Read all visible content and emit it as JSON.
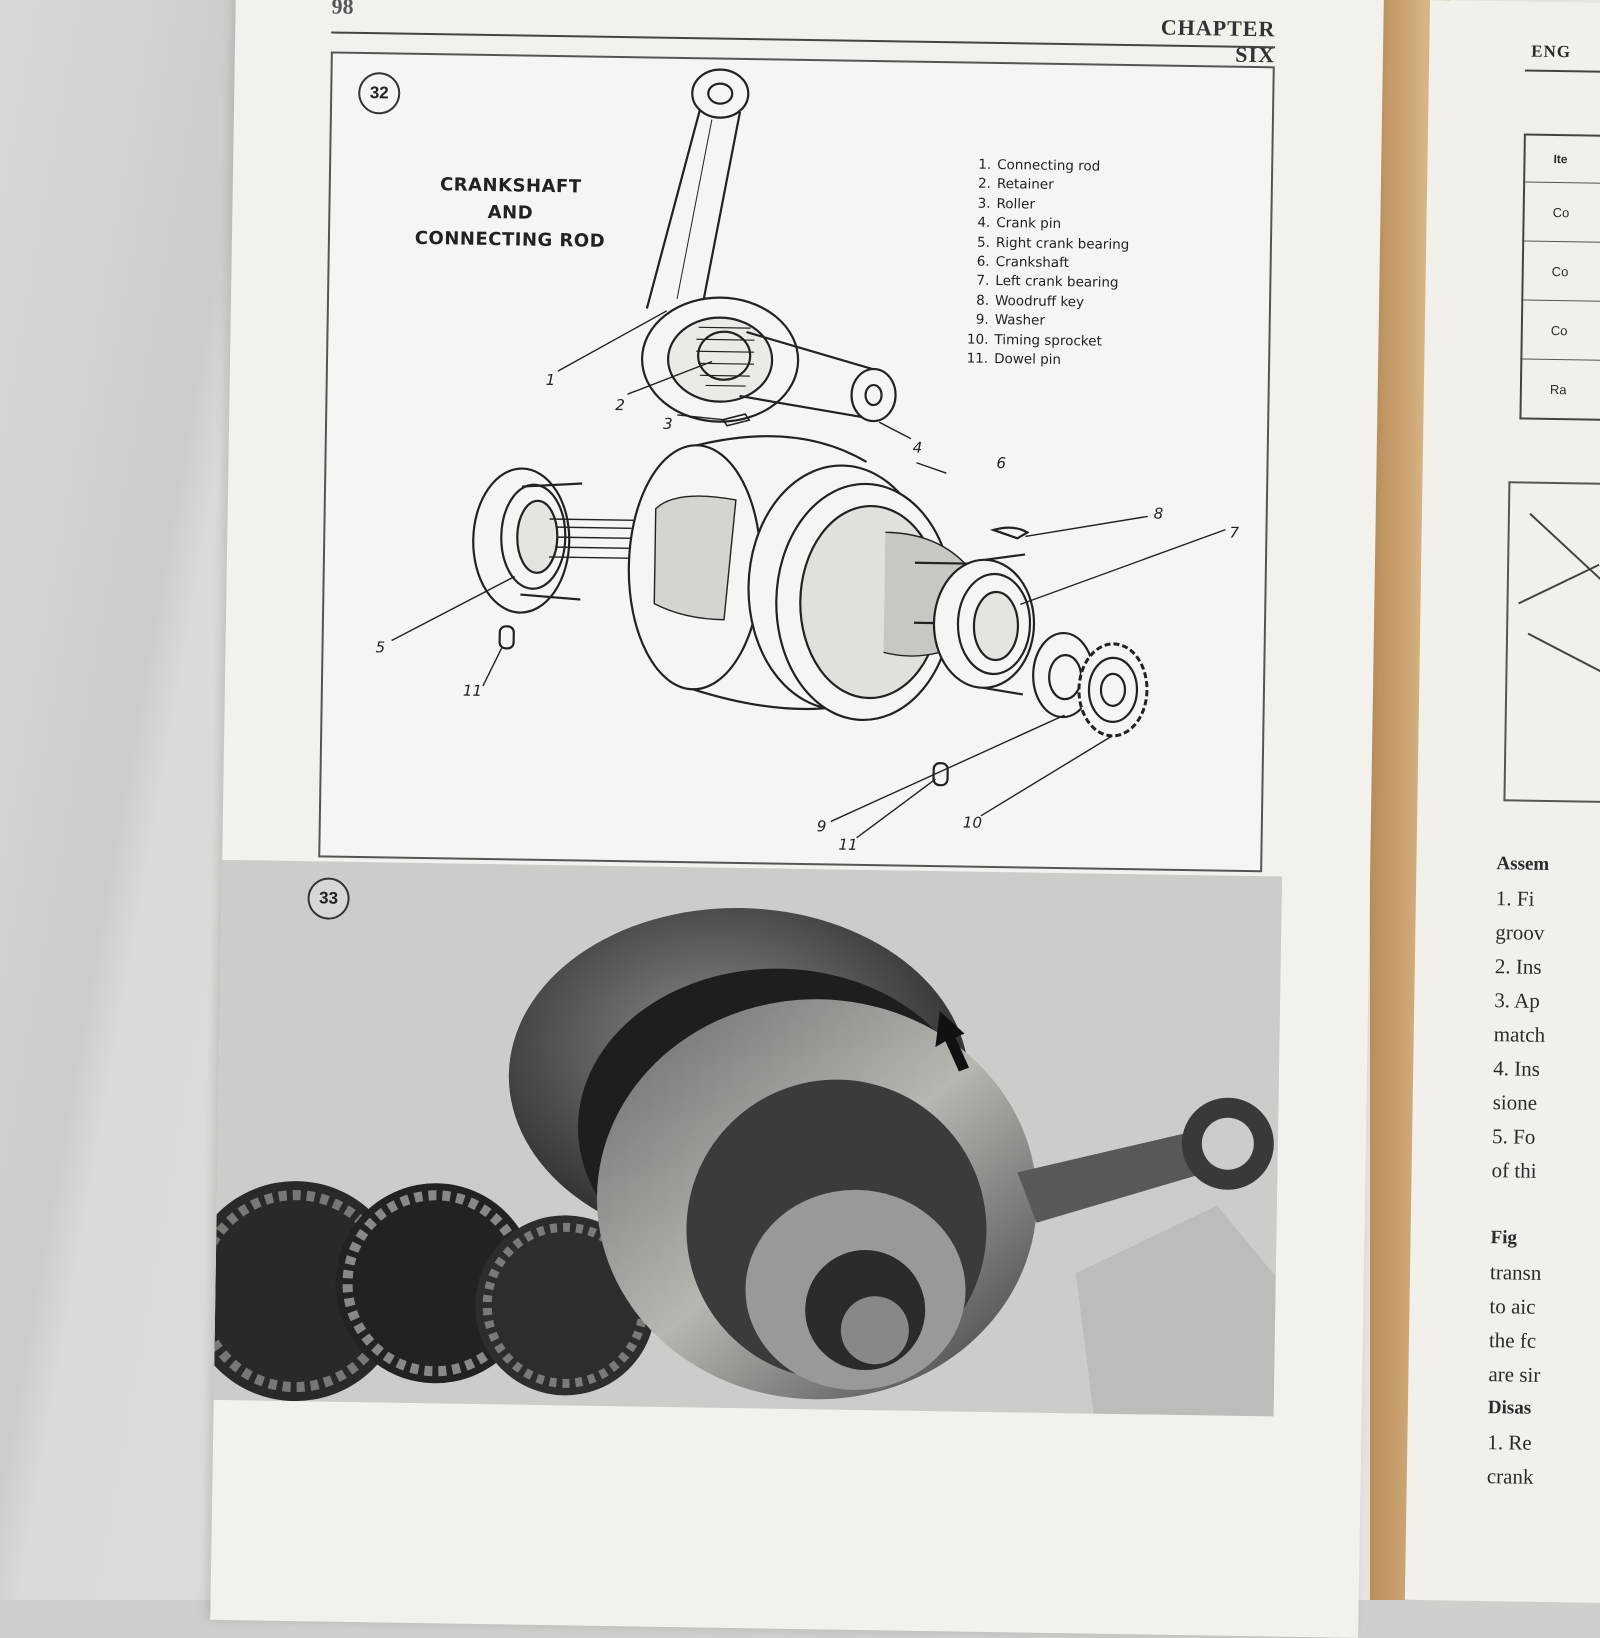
{
  "left_page": {
    "page_number": "98",
    "running_head": "CHAPTER SIX",
    "figure_32": {
      "number": "32",
      "title_lines": [
        "CRANKSHAFT",
        "AND",
        "CONNECTING ROD"
      ],
      "legend": [
        {
          "n": "1.",
          "label": "Connecting rod"
        },
        {
          "n": "2.",
          "label": "Retainer"
        },
        {
          "n": "3.",
          "label": "Roller"
        },
        {
          "n": "4.",
          "label": "Crank pin"
        },
        {
          "n": "5.",
          "label": "Right crank bearing"
        },
        {
          "n": "6.",
          "label": "Crankshaft"
        },
        {
          "n": "7.",
          "label": "Left crank bearing"
        },
        {
          "n": "8.",
          "label": "Woodruff key"
        },
        {
          "n": "9.",
          "label": "Washer"
        },
        {
          "n": "10.",
          "label": "Timing sprocket"
        },
        {
          "n": "11.",
          "label": "Dowel pin"
        }
      ],
      "callouts": {
        "c1": "1",
        "c2": "2",
        "c3": "3",
        "c4": "4",
        "c5": "5",
        "c6": "6",
        "c7": "7",
        "c8": "8",
        "c9": "9",
        "c10": "10",
        "c11a": "11",
        "c11b": "11"
      }
    },
    "figure_33": {
      "number": "33"
    }
  },
  "right_page": {
    "running_head": "ENG",
    "table_rows": [
      "Ite",
      "Co",
      "Co",
      "Co",
      "Ra"
    ],
    "text_lines": [
      {
        "text": "Assem",
        "style": "bold"
      },
      {
        "text": "1. Fi",
        "style": "normal"
      },
      {
        "text": "groov",
        "style": "normal"
      },
      {
        "text": "2. Ins",
        "style": "normal"
      },
      {
        "text": "3. Ap",
        "style": "normal"
      },
      {
        "text": "match",
        "style": "normal"
      },
      {
        "text": "4. Ins",
        "style": "normal"
      },
      {
        "text": "sione",
        "style": "normal"
      },
      {
        "text": "5. Fo",
        "style": "normal"
      },
      {
        "text": "of thi",
        "style": "normal"
      },
      {
        "text": "Fig",
        "style": "bold"
      },
      {
        "text": "transn",
        "style": "normal"
      },
      {
        "text": "to aic",
        "style": "normal"
      },
      {
        "text": "the fc",
        "style": "normal"
      },
      {
        "text": "are sir",
        "style": "normal"
      },
      {
        "text": "Disas",
        "style": "bold"
      },
      {
        "text": "1. Re",
        "style": "normal"
      },
      {
        "text": "crank",
        "style": "normal"
      }
    ]
  }
}
